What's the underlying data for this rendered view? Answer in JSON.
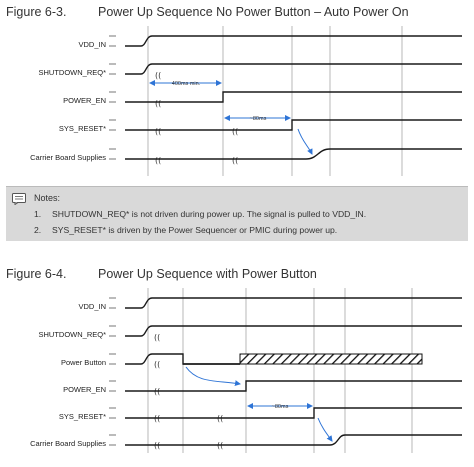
{
  "figure1": {
    "number": "Figure 6-3.",
    "title": "Power Up Sequence No Power Button – Auto Power On",
    "signals": [
      "VDD_IN",
      "SHUTDOWN_REQ*",
      "POWER_EN",
      "SYS_RESET*",
      "Carrier Board Supplies"
    ],
    "delays": {
      "min_delay": "400ms min.",
      "reset_delay": "~80ms"
    }
  },
  "notes": {
    "title": "Notes:",
    "items": [
      {
        "num": "1.",
        "text": "SHUTDOWN_REQ* is not driven during power up. The signal is pulled to VDD_IN."
      },
      {
        "num": "2.",
        "text": "SYS_RESET* is driven by the Power Sequencer or PMIC during power up."
      }
    ]
  },
  "figure2": {
    "number": "Figure 6-4.",
    "title": "Power Up Sequence with Power Button",
    "signals": [
      "VDD_IN",
      "SHUTDOWN_REQ*",
      "Power Button",
      "POWER_EN",
      "SYS_RESET*",
      "Carrier Board Supplies"
    ],
    "delays": {
      "reset_delay": "~80ms"
    }
  },
  "colors": {
    "signal": "#1a1a1a",
    "arrow": "#2e74d6",
    "notes_bg": "#d9d9d9"
  }
}
